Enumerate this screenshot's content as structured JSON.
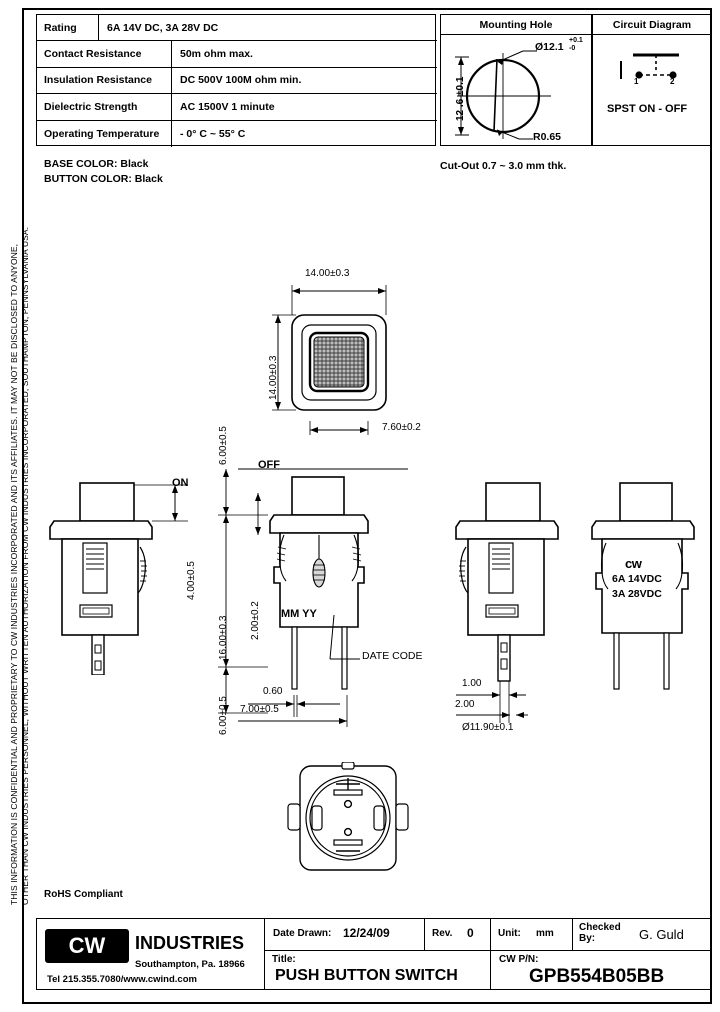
{
  "document": {
    "confidential_line1": "THIS INFORMATION IS CONFIDENTIAL AND PROPRIETARY TO CW INDUSTRIES INCORPORATED AND ITS AFFILIATES.  IT MAY NOT BE DISCLOSED TO ANYONE,",
    "confidential_line2": "OTHER THAN CW INDUSTRIES PERSONNEL, WITHOUT WRITTEN AUTHORIZATION FROM CW INDUSTRIES INCORPORATED, SOUTHAMPTON, PENNSYLVANIA USA.",
    "rohs": "RoHS Compliant"
  },
  "spec_table": {
    "rows": [
      {
        "label": "Rating",
        "value": "6A 14V DC, 3A 28V DC"
      },
      {
        "label": "Contact Resistance",
        "value": "50m ohm max."
      },
      {
        "label": "Insulation Resistance",
        "value": "DC 500V 100M ohm min."
      },
      {
        "label": "Dielectric Strength",
        "value": "AC 1500V 1 minute"
      },
      {
        "label": "Operating Temperature",
        "value": "- 0° C ~ 55° C"
      }
    ]
  },
  "colors": {
    "base_color": "BASE COLOR: Black",
    "button_color": "BUTTON COLOR: Black"
  },
  "mounting_hole": {
    "title": "Mounting Hole",
    "diameter": "Ø12.1",
    "tol_plus": "+0.1",
    "tol_minus": "-0",
    "height": "12 .6 ±0.1",
    "radius": "R0.65",
    "cutout_note": "Cut-Out  0.7 ~ 3.0 mm thk."
  },
  "circuit_diagram": {
    "title": "Circuit Diagram",
    "terminal_1": "1",
    "terminal_2": "2",
    "caption": "SPST  ON - OFF"
  },
  "views": {
    "top": {
      "width_dim": "14.00±0.3",
      "height_dim": "14.00±0.3",
      "button_dim": "7.60±0.2"
    },
    "side_left": {
      "on_label": "ON",
      "travel_dim": "4.00±0.5"
    },
    "front": {
      "off_label": "OFF",
      "top_gap_dim": "6.00±0.5",
      "body_dim": "16.00±0.3",
      "shoulder_dim": "2.00±0.2",
      "bottom_dim": "6.00±0.5",
      "date_code_marking": "MM  YY",
      "date_code_label": "DATE CODE",
      "pin_width_dim": "0.60",
      "pin_span_dim": "7.00±0.5"
    },
    "side_right": {
      "pin_thickness_dim": "1.00",
      "pin_offset_dim": "2.00",
      "body_diameter_dim": "Ø11.90±0.1"
    },
    "rear": {
      "brand": "cw",
      "rating_line1": "6A 14VDC",
      "rating_line2": "3A 28VDC"
    }
  },
  "title_block": {
    "company": "INDUSTRIES",
    "logo_text": "CW",
    "address": "Southampton, Pa. 18966",
    "contact": "Tel 215.355.7080/www.cwind.com",
    "date_drawn_label": "Date Drawn:",
    "date_drawn_value": "12/24/09",
    "rev_label": "Rev.",
    "rev_value": "0",
    "unit_label": "Unit:",
    "unit_value": "mm",
    "checked_by_label": "Checked By:",
    "checked_by_value": "G. Guld",
    "title_label": "Title:",
    "title_value": "PUSH BUTTON SWITCH",
    "part_label": "CW P/N:",
    "part_value": "GPB554B05BB"
  }
}
